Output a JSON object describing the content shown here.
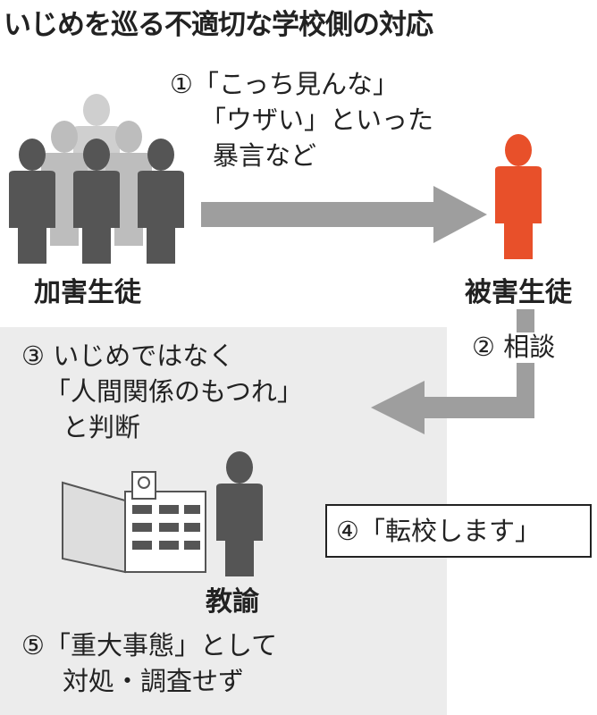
{
  "title": "いじめを巡る不適切な学校側の対応",
  "step1": {
    "lines": [
      "①「こっち見んな」",
      "「ウザい」といった",
      "暴言など"
    ]
  },
  "perpetrators_label": "加害生徒",
  "victim_label": "被害生徒",
  "step2": "② 相談",
  "step3": {
    "lines": [
      "③ いじめではなく",
      "「人間関係のもつれ」",
      "と判断"
    ]
  },
  "teacher_label": "教諭",
  "step4": "④「転校します」",
  "step5": {
    "lines": [
      "⑤「重大事態」として",
      "対処・調査せず"
    ]
  },
  "colors": {
    "victim": "#e8502a",
    "perpetrator_dark": "#555555",
    "perpetrator_light": "#bdbdbd",
    "arrow": "#9e9e9e",
    "panel": "#ececec"
  }
}
